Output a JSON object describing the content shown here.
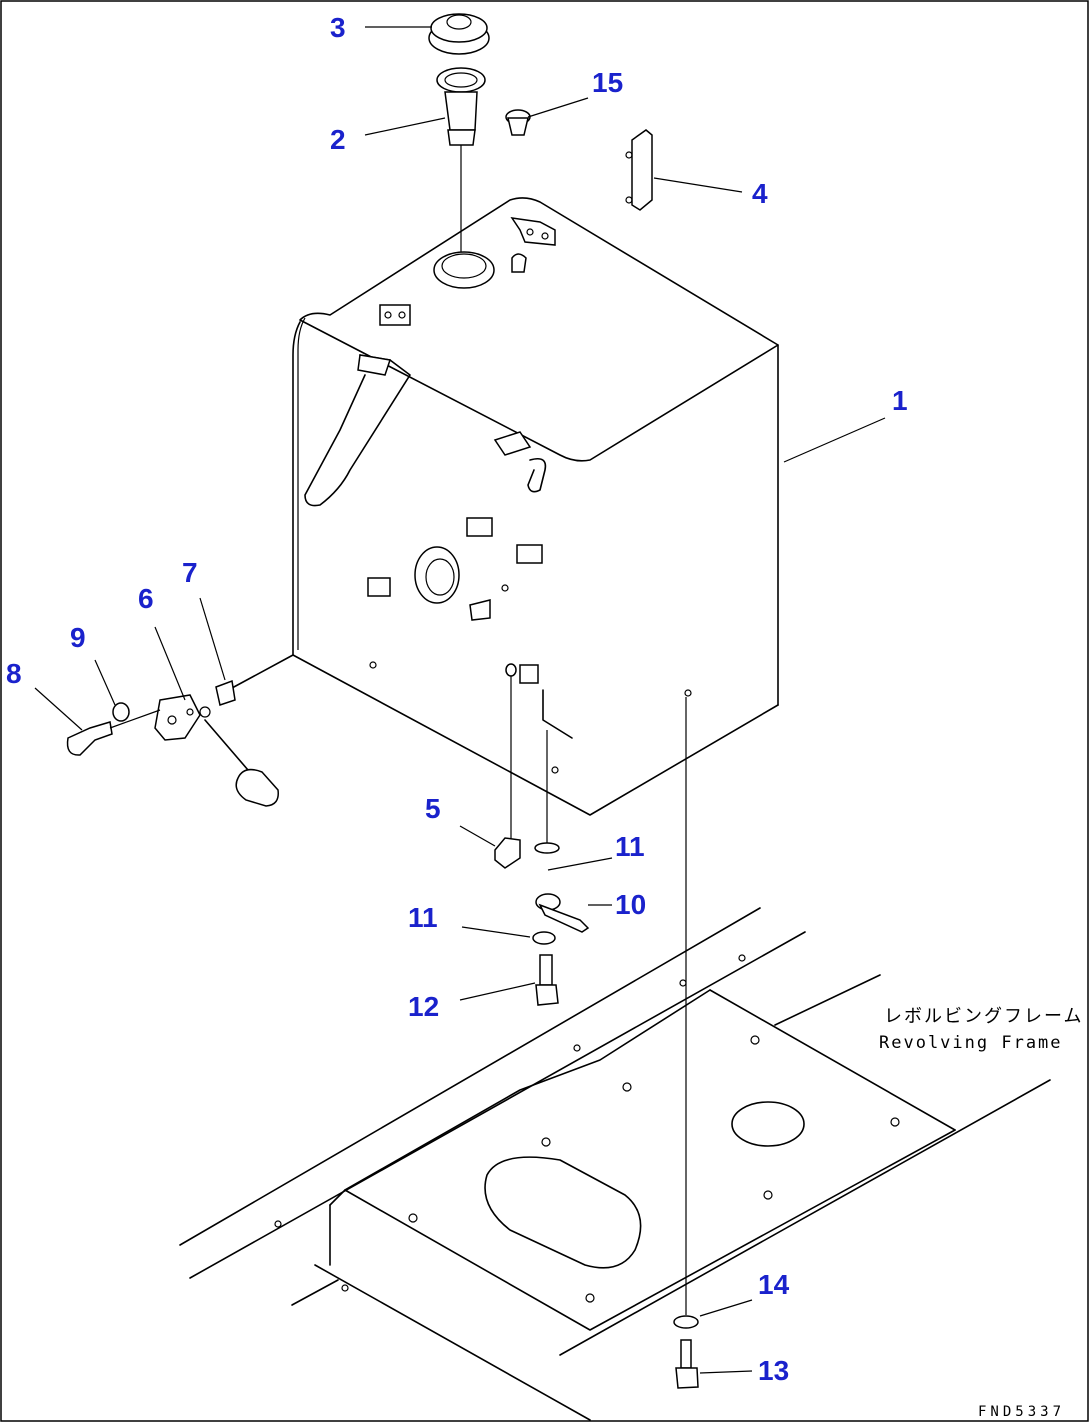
{
  "diagram": {
    "callouts": [
      {
        "id": "c1",
        "text": "1"
      },
      {
        "id": "c2",
        "text": "2"
      },
      {
        "id": "c3",
        "text": "3"
      },
      {
        "id": "c4",
        "text": "4"
      },
      {
        "id": "c5",
        "text": "5"
      },
      {
        "id": "c6",
        "text": "6"
      },
      {
        "id": "c7",
        "text": "7"
      },
      {
        "id": "c8",
        "text": "8"
      },
      {
        "id": "c9",
        "text": "9"
      },
      {
        "id": "c10",
        "text": "10"
      },
      {
        "id": "c11a",
        "text": "11"
      },
      {
        "id": "c11b",
        "text": "11"
      },
      {
        "id": "c12",
        "text": "12"
      },
      {
        "id": "c13",
        "text": "13"
      },
      {
        "id": "c14",
        "text": "14"
      },
      {
        "id": "c15",
        "text": "15"
      }
    ],
    "frame_label_jp": "レボルビングフレーム",
    "frame_label_en": "Revolving Frame",
    "drawing_code": "FND5337",
    "callout_color": "#1a22cc"
  }
}
